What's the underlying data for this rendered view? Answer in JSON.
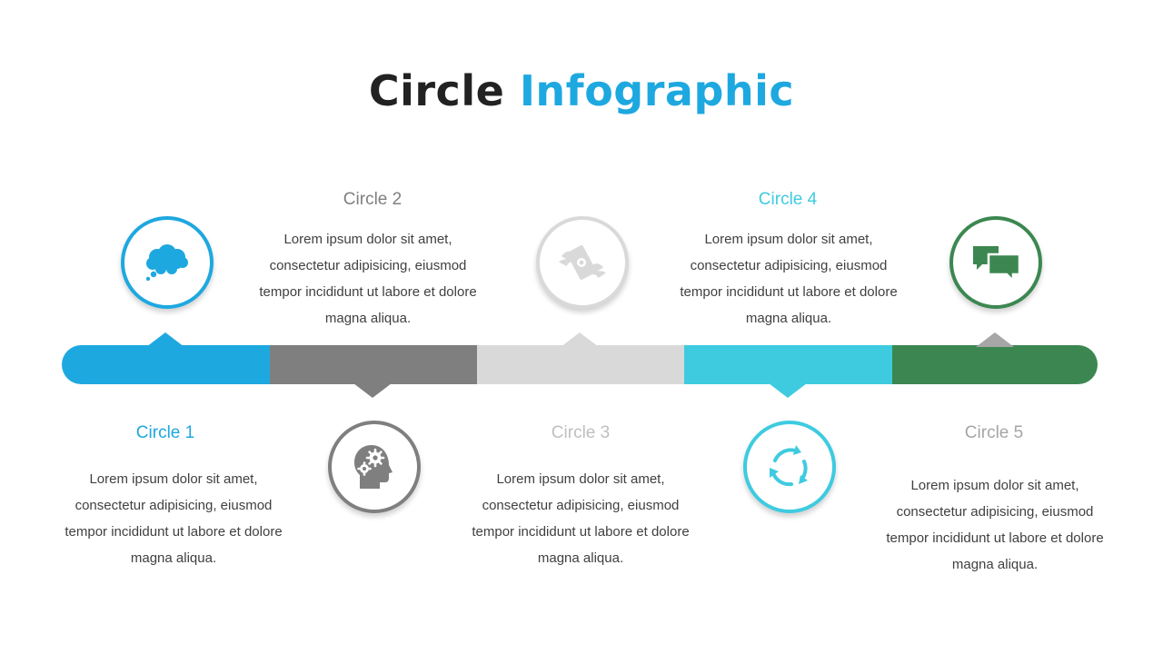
{
  "title": {
    "part1": "Circle",
    "part2": "Infographic"
  },
  "colors": {
    "blue": "#1EA8E0",
    "dark_gray": "#7F7F7F",
    "light_gray": "#D9D9D9",
    "cyan": "#3ECBE0",
    "green": "#3C8751",
    "circle3_heading": "#BFBFBF",
    "circle5_heading": "#A6A6A6"
  },
  "steps": [
    {
      "heading": "Circle 1",
      "icon": "thought-bubble-icon",
      "text": [
        "Lorem ipsum dolor sit amet,",
        "consectetur adipisicing, eiusmod",
        "tempor incididunt ut labore et dolore",
        "magna aliqua."
      ]
    },
    {
      "heading": "Circle 2",
      "icon": "head-gears-icon",
      "text": [
        "Lorem ipsum dolor sit amet,",
        "consectetur adipisicing, eiusmod",
        "tempor incididunt ut labore et dolore",
        "magna aliqua."
      ]
    },
    {
      "heading": "Circle 3",
      "icon": "flying-money-icon",
      "text": [
        "Lorem ipsum dolor sit amet,",
        "consectetur adipisicing, eiusmod",
        "tempor incididunt ut labore et dolore",
        "magna aliqua."
      ]
    },
    {
      "heading": "Circle 4",
      "icon": "refresh-cycle-icon",
      "text": [
        "Lorem ipsum dolor sit amet,",
        "consectetur adipisicing, eiusmod",
        "tempor incididunt ut labore et dolore",
        "magna aliqua."
      ]
    },
    {
      "heading": "Circle 5",
      "icon": "chat-bubbles-icon",
      "text": [
        "Lorem ipsum dolor sit amet,",
        "consectetur adipisicing, eiusmod",
        "tempor incididunt ut labore et dolore",
        "magna aliqua."
      ]
    }
  ]
}
